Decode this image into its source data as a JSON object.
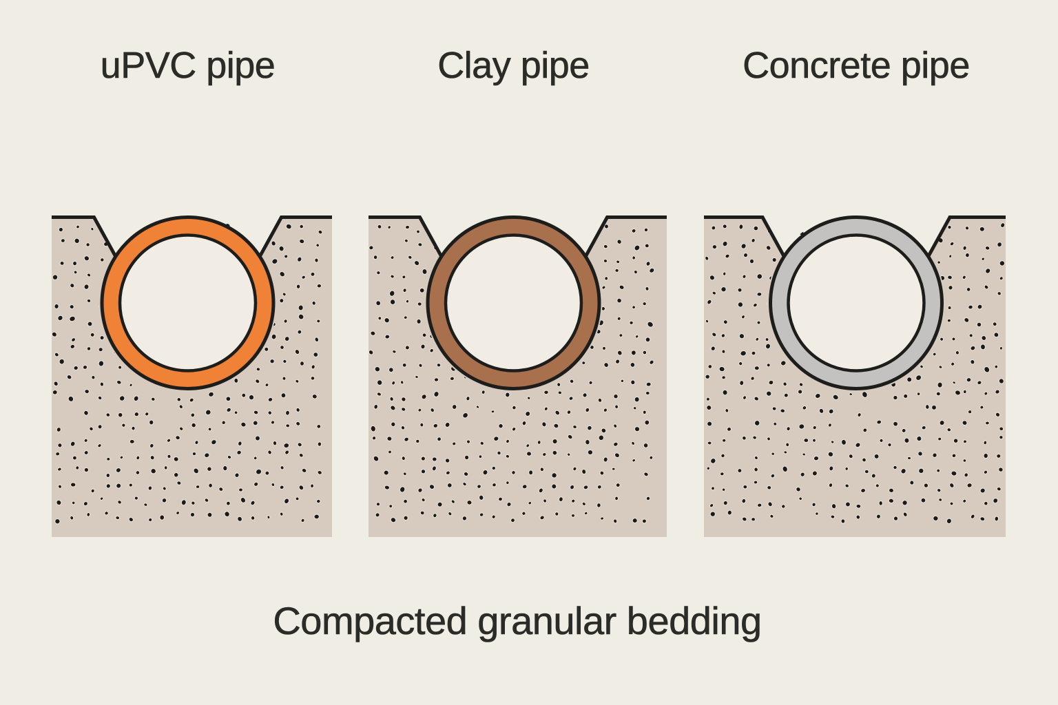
{
  "panels": [
    {
      "id": "upvc",
      "label": "uPVC pipe",
      "pipe_color": "#F08238"
    },
    {
      "id": "clay",
      "label": "Clay pipe",
      "pipe_color": "#A9704E"
    },
    {
      "id": "concrete",
      "label": "Concrete pipe",
      "pipe_color": "#C3C2C0"
    }
  ],
  "caption": "Compacted granular bedding",
  "colors": {
    "background": "#F0EDE4",
    "bedding_fill": "#D7CBBF",
    "bedding_dots": "#1A1A1A",
    "dot_halo": "#EAE2D6",
    "outline": "#1D1D1B",
    "pipe_bore_fill": "#F1EDE5",
    "text": "#2B2B27"
  }
}
